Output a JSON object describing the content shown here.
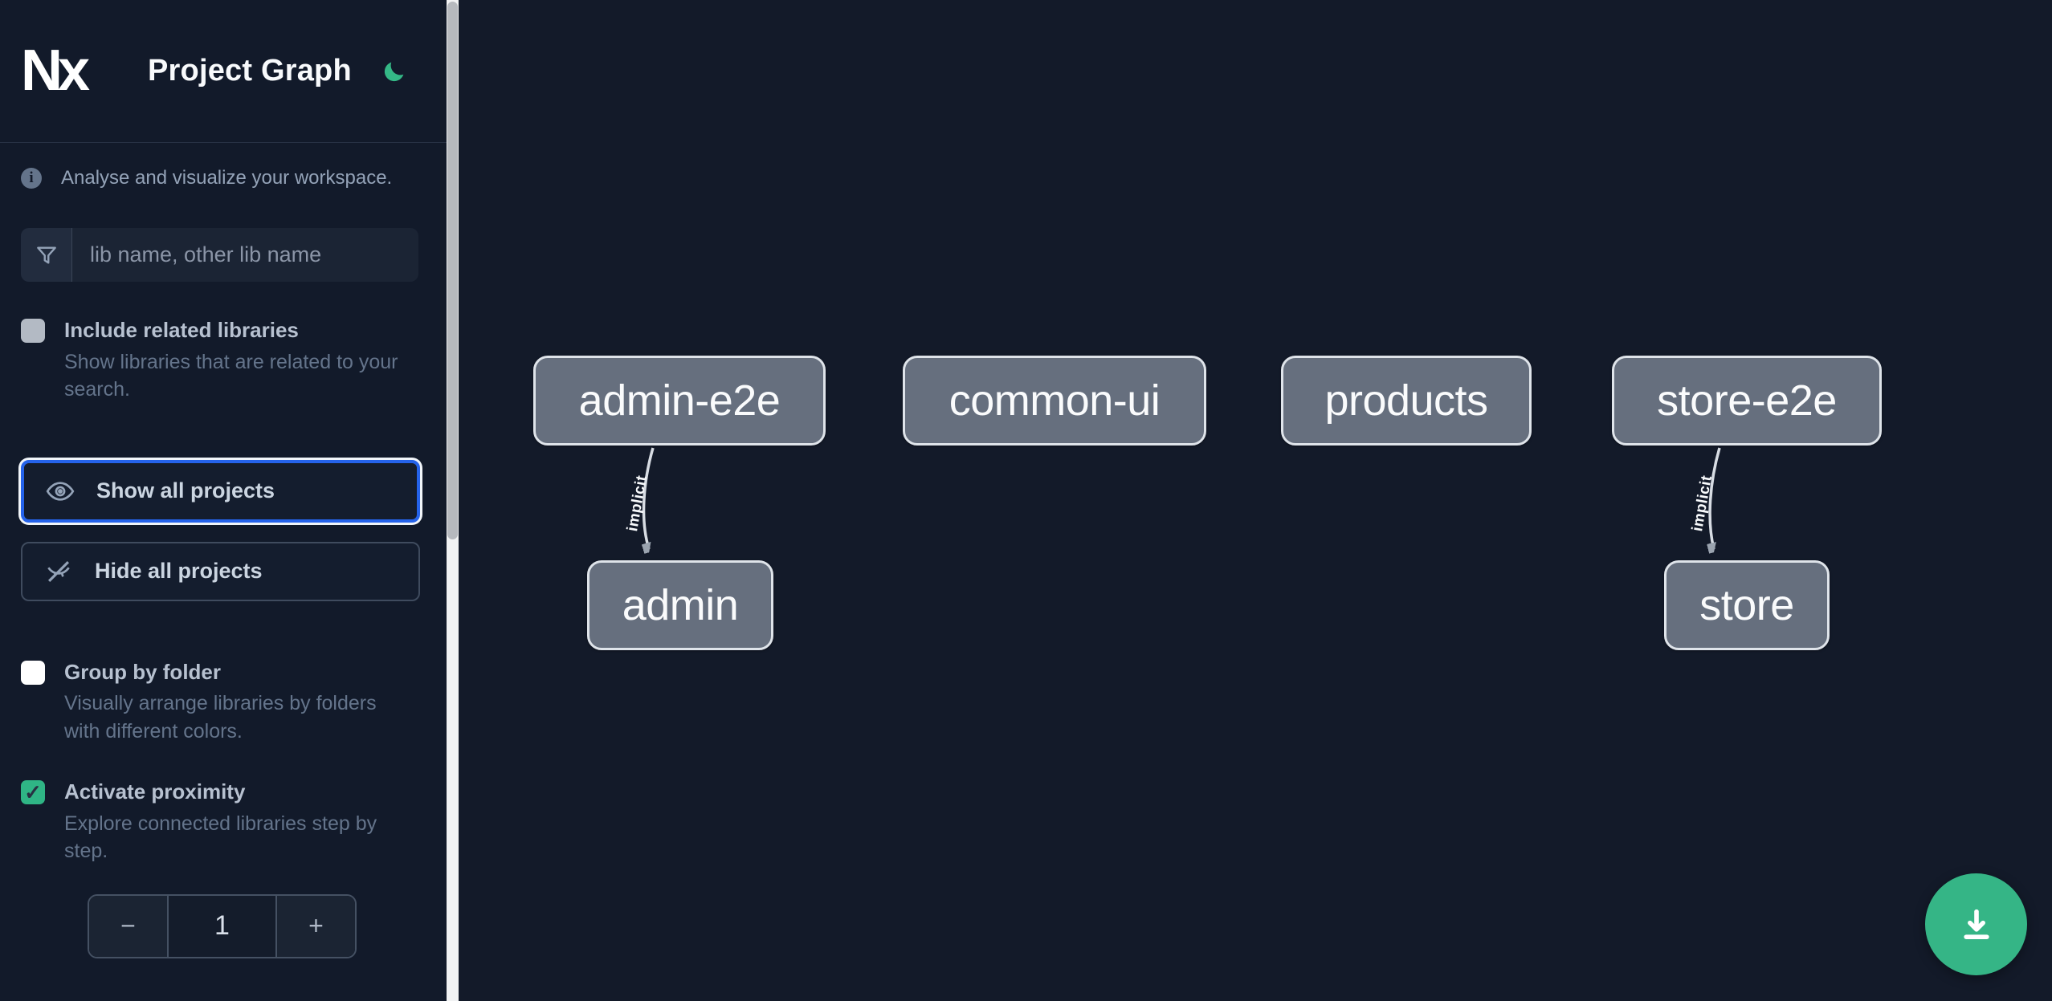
{
  "header": {
    "logo_text": "Nx",
    "title": "Project Graph",
    "theme_icon": "moon-icon"
  },
  "sidebar": {
    "info_text": "Analyse and visualize your workspace.",
    "search": {
      "icon": "filter-funnel-icon",
      "placeholder": "lib name, other lib name",
      "value": ""
    },
    "toggles": [
      {
        "label": "Include related libraries",
        "description": "Show libraries that are related to your search.",
        "checked": false,
        "state": "disabled-gray"
      },
      {
        "label": "Group by folder",
        "description": "Visually arrange libraries by folders with different colors.",
        "checked": false,
        "state": "enabled-white"
      },
      {
        "label": "Activate proximity",
        "description": "Explore connected libraries step by step.",
        "checked": true,
        "state": "checked-green"
      }
    ],
    "buttons": [
      {
        "label": "Show all projects",
        "icon": "eye-icon",
        "focused": true
      },
      {
        "label": "Hide all projects",
        "icon": "eye-off-icon",
        "focused": false
      }
    ],
    "stepper": {
      "decrement_label": "−",
      "value": "1",
      "increment_label": "+"
    }
  },
  "graph": {
    "nodes": [
      {
        "label": "admin-e2e"
      },
      {
        "label": "common-ui"
      },
      {
        "label": "products"
      },
      {
        "label": "store-e2e"
      },
      {
        "label": "admin"
      },
      {
        "label": "store"
      }
    ],
    "edges": [
      {
        "from": "admin-e2e",
        "to": "admin",
        "label": "implicit"
      },
      {
        "from": "store-e2e",
        "to": "store",
        "label": "implicit"
      }
    ]
  },
  "fab": {
    "icon": "download-icon"
  },
  "icons": {
    "check": "✓"
  },
  "colors": {
    "accent_green": "#35b586",
    "focus_blue": "#2563eb",
    "node_fill": "#666f7e",
    "node_border": "#dfe4ea",
    "background": "#131a29",
    "muted_text": "#64748b"
  }
}
